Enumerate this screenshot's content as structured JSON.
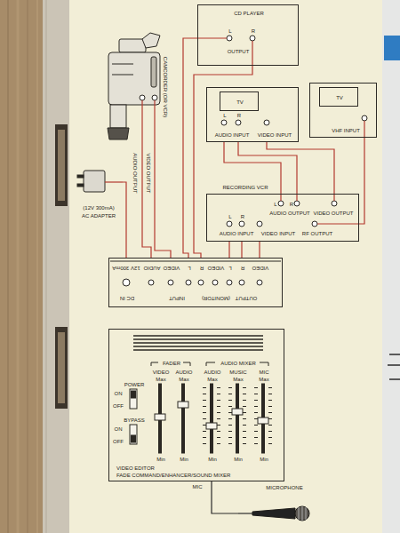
{
  "diagram": {
    "nodes": [
      {
        "text": [
          "CD PLAYER",
          "L",
          "R",
          "OUTPUT"
        ]
      },
      {
        "text": [
          "CAMCORDER (OR VCR)"
        ]
      },
      {
        "text": [
          "L",
          "R",
          "AUDIO INPUT",
          "VIDEO INPUT"
        ]
      },
      {
        "text": [
          "TV"
        ],
        "in": 2
      },
      {
        "text": [
          "VHF INPUT"
        ]
      },
      {
        "text": [
          "TV"
        ],
        "in": 4
      },
      {
        "text": [
          "(12V 300mA)",
          "AC ADAPTER"
        ]
      },
      {
        "text": [
          "RECORDING VCR",
          "L",
          "R",
          "AUDIO OUTPUT",
          "VIDEO OUTPUT",
          "L",
          "R",
          "AUDIO INPUT",
          "VIDEO INPUT",
          "RF OUTPUT"
        ]
      },
      {
        "text": [
          "12V 300mA",
          "AUDIO",
          "VIDEO",
          "L",
          "R",
          "VIDEO",
          "L",
          "R",
          "VIDEO",
          "DC IN",
          "INPUT",
          "(MONITOR)",
          "OUTPUT"
        ]
      },
      {
        "text": [
          "POWER",
          "ON",
          "OFF",
          "BYPASS",
          "ON",
          "OFF",
          "FADER",
          "VIDEO",
          "AUDIO",
          "Max",
          "Max",
          "Min",
          "Min",
          "AUDIO MIXER",
          "AUDIO",
          "MUSIC",
          "MIC",
          "Max",
          "Max",
          "Max",
          "Min",
          "Min",
          "Min",
          "VIDEO EDITOR",
          "FADE COMMAND/ENHANCER/SOUND MIXER"
        ]
      },
      {
        "text": [
          "MICROPHONE"
        ]
      }
    ],
    "edges": [
      {
        "from": 0,
        "to": 8,
        "arrow": "none"
      },
      {
        "from": 0,
        "to": 8,
        "arrow": "none"
      },
      {
        "from": 1,
        "to": 8,
        "arrow": "none"
      },
      {
        "from": 1,
        "to": 8,
        "arrow": "none"
      },
      {
        "from": 8,
        "to": 7,
        "arrow": "none"
      },
      {
        "from": 8,
        "to": 7,
        "arrow": "none"
      },
      {
        "from": 8,
        "to": 7,
        "arrow": "none"
      },
      {
        "from": 7,
        "to": 2,
        "arrow": "none"
      },
      {
        "from": 7,
        "to": 2,
        "arrow": "none"
      },
      {
        "from": 7,
        "to": 2,
        "arrow": "none"
      },
      {
        "from": 7,
        "to": 4,
        "arrow": "none"
      },
      {
        "from": 6,
        "to": 8,
        "arrow": "none"
      },
      {
        "from": 10,
        "to": 9,
        "arrow": "none"
      }
    ],
    "labels": [
      "AUDIO OUTPUT",
      "VIDEO OUTPUT",
      "MIC"
    ]
  }
}
